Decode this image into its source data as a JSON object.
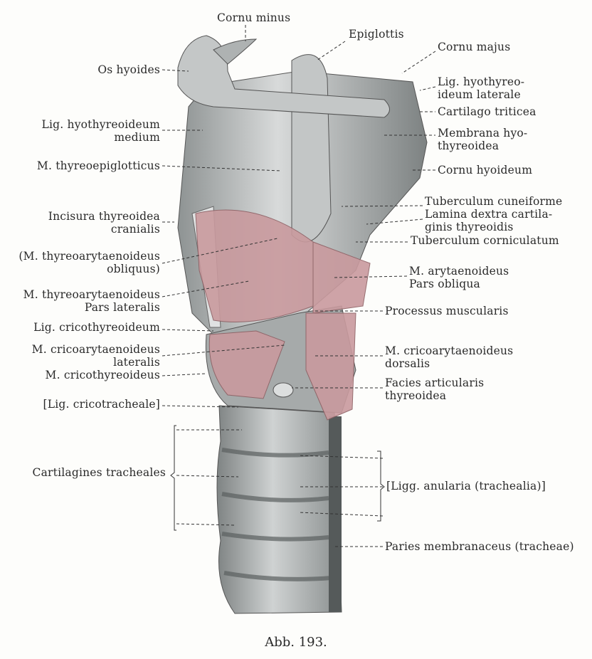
{
  "labels": {
    "cornu_minus": "Cornu minus",
    "epiglottis": "Epiglottis",
    "cornu_majus": "Cornu majus",
    "os_hyoides": "Os hyoides",
    "lig_hyothyreo_lat": [
      "Lig. hyothyreo-",
      "ideum laterale"
    ],
    "cartilago_triticea": "Cartilago triticea",
    "membrana": [
      "Membrana hyo-",
      "thyreoidea"
    ],
    "cornu_hyoideum": "Cornu hyoideum",
    "lig_hyothyreo_med": [
      "Lig. hyothyreoideum",
      "medium"
    ],
    "m_thyreoepiglotticus": "M. thyreoepiglotticus",
    "tuberculum_cuneiforme": "Tuberculum cuneiforme",
    "lamina_dextra": [
      "Lamina dextra cartila-",
      "ginis thyreoidis"
    ],
    "tuberculum_corniculatum": "Tuberculum corniculatum",
    "incisura": [
      "Incisura thyreoidea",
      "cranialis"
    ],
    "m_ta_obliquus": [
      "(M. thyreoarytaenoideus",
      "obliquus)"
    ],
    "m_arytaenoideus": [
      "M. arytaenoideus",
      "Pars obliqua"
    ],
    "m_ta_lateralis": [
      "M. thyreoarytaenoideus",
      "Pars lateralis"
    ],
    "processus_muscularis": "Processus muscularis",
    "lig_cricothyreoideum": "Lig. cricothyreoideum",
    "m_ca_lateralis": [
      "M. cricoarytaenoideus",
      "lateralis"
    ],
    "m_cricothyreoideus": "M. cricothyreoideus",
    "m_ca_dorsalis": [
      "M. cricoarytaenoideus",
      "dorsalis"
    ],
    "facies_articularis": [
      "Facies articularis",
      "thyreoidea"
    ],
    "lig_cricotracheale": "[Lig. cricotracheale]",
    "cartilagines_tracheales": "Cartilagines tracheales",
    "ligg_anularia": "[Ligg. anularia (trachealia)]",
    "paries_membranaceus": "Paries membranaceus (tracheae)"
  },
  "caption": "Abb. 193.",
  "colors": {
    "cartilage": "#b9bdbd",
    "muscle": "#c99a9e",
    "ink": "#2a2a2a"
  }
}
